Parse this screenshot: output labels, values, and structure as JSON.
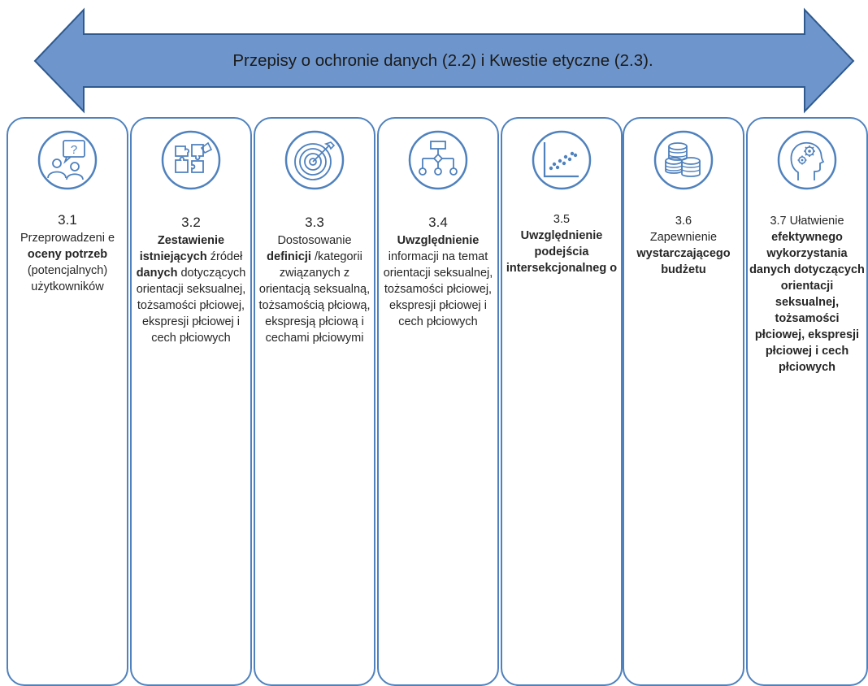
{
  "banner": {
    "title": "Przepisy o ochronie danych (2.2) i Kwestie etyczne (2.3).",
    "fill_color": "#6f96cc",
    "stroke_color": "#2e5a8f"
  },
  "border_color": "#4f81bd",
  "steps": [
    {
      "number": "3.1",
      "icon": "user-question-icon",
      "parts": [
        {
          "t": "Przeprowadzeni e ",
          "b": false
        },
        {
          "t": "oceny potrzeb",
          "b": true
        },
        {
          "t": " (potencjalnych) użytkowników",
          "b": false
        }
      ]
    },
    {
      "number": "3.2",
      "icon": "puzzle-icon",
      "parts": [
        {
          "t": "Zestawienie istniejących",
          "b": true
        },
        {
          "t": " źródeł ",
          "b": false
        },
        {
          "t": "danych",
          "b": true
        },
        {
          "t": " dotyczących orientacji seksualnej, tożsamości płciowej, ekspresji płciowej i cech płciowych",
          "b": false
        }
      ]
    },
    {
      "number": "3.3",
      "icon": "target-icon",
      "parts": [
        {
          "t": "Dostosowanie ",
          "b": false
        },
        {
          "t": "definicji",
          "b": true
        },
        {
          "t": " /kategorii związanych z orientacją seksualną, tożsamością płciową, ekspresją płciową i cechami płciowymi",
          "b": false
        }
      ]
    },
    {
      "number": "3.4",
      "icon": "flowchart-icon",
      "parts": [
        {
          "t": "Uwzględnienie",
          "b": true
        },
        {
          "t": " informacji na temat orientacji seksualnej, tożsamości płciowej, ekspresji płciowej i cech płciowych",
          "b": false
        }
      ]
    },
    {
      "number": "3.5",
      "icon": "scatter-chart-icon",
      "parts": [
        {
          "t": "Uwzględnienie podejścia intersekcjonalneg o",
          "b": true
        }
      ]
    },
    {
      "number": "3.6",
      "icon": "coins-icon",
      "parts": [
        {
          "t": "Zapewnienie ",
          "b": false
        },
        {
          "t": "wystarczającego budżetu",
          "b": true
        }
      ]
    },
    {
      "number": "3.7 Ułatwienie",
      "icon": "head-gears-icon",
      "parts": [
        {
          "t": "efektywnego wykorzystania danych dotyczących orientacji seksualnej, tożsamości płciowej, ekspresji płciowej i cech płciowych",
          "b": true
        }
      ]
    }
  ]
}
